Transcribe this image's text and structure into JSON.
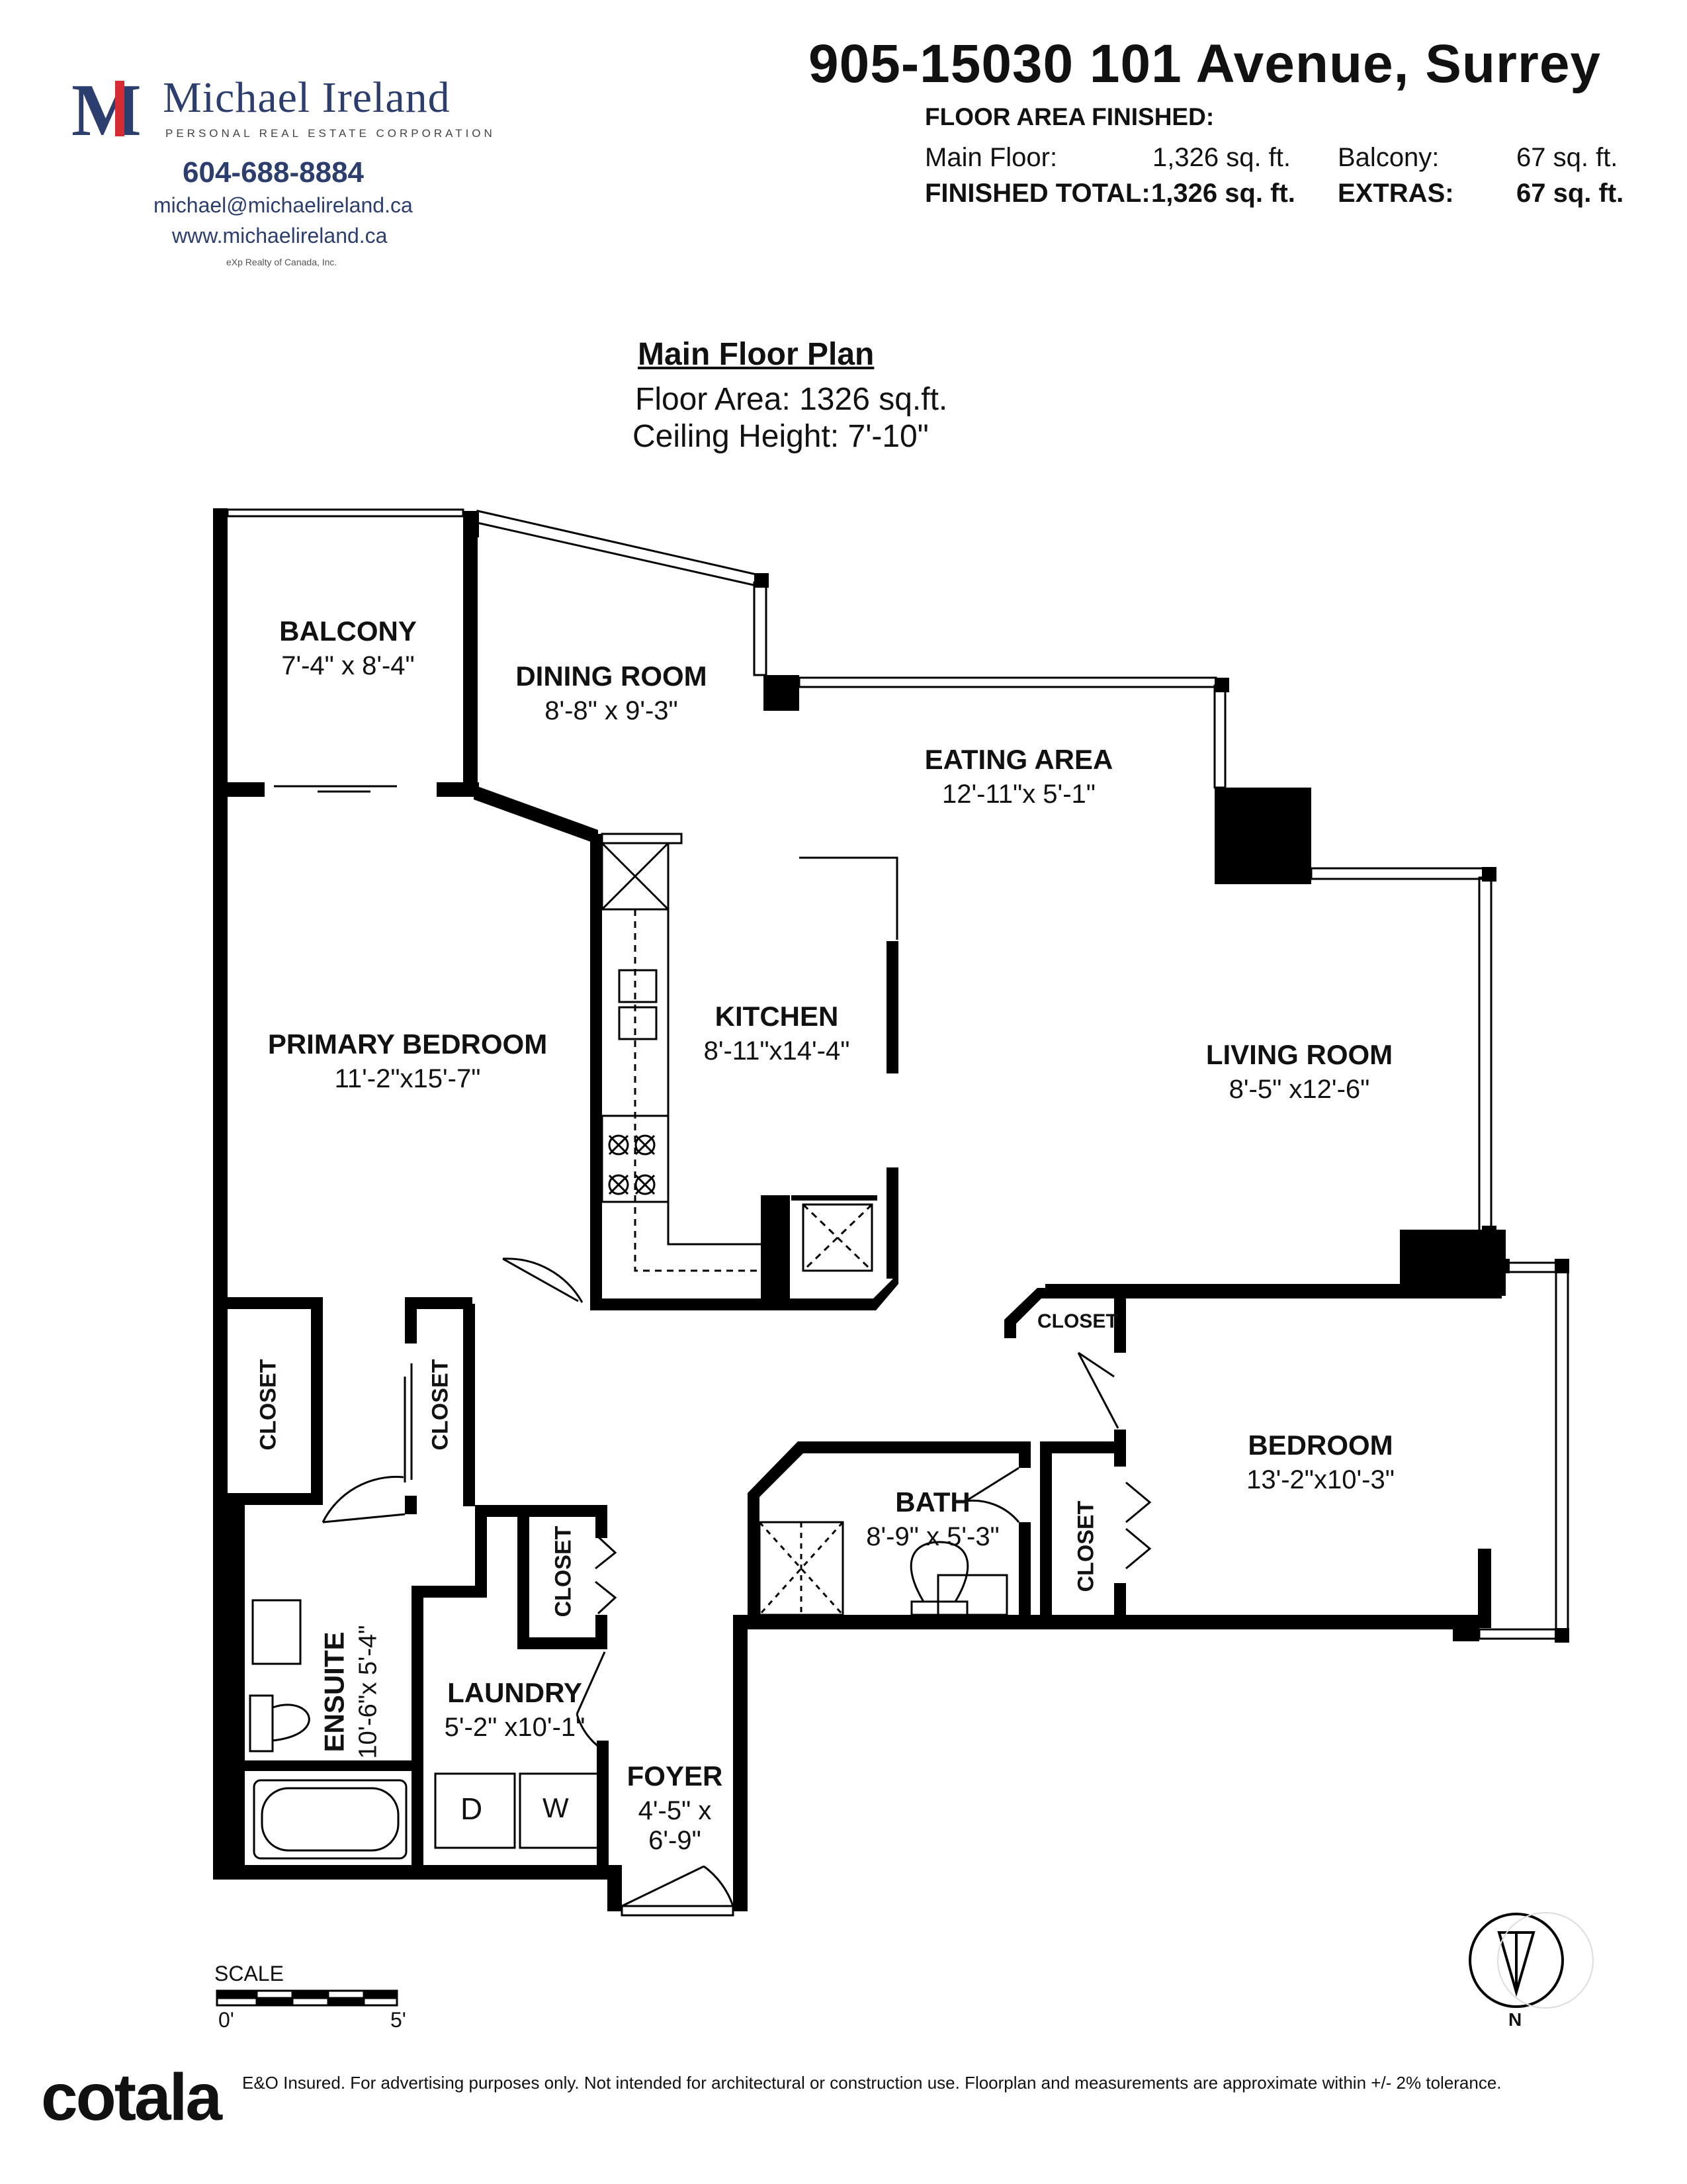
{
  "brand": {
    "logo_letter": "M",
    "name": "Michael Ireland",
    "subtitle": "PERSONAL REAL ESTATE CORPORATION",
    "phone": "604-688-8884",
    "email": "michael@michaelireland.ca",
    "website": "www.michaelireland.ca",
    "brokerage": "eXp Realty of Canada, Inc.",
    "colors": {
      "navy": "#2c3e6e",
      "red": "#d72b33"
    }
  },
  "header": {
    "address": "905-15030 101 Avenue, Surrey",
    "floor_area_heading": "FLOOR AREA FINISHED:",
    "main_floor_label": "Main Floor:",
    "main_floor_value": "1,326 sq. ft.",
    "balcony_label": "Balcony:",
    "balcony_value": "67 sq. ft.",
    "finished_total_label": "FINISHED TOTAL:",
    "finished_total_value": "1,326 sq. ft.",
    "extras_label": "EXTRAS:",
    "extras_value": "67 sq. ft."
  },
  "plan": {
    "title": "Main Floor Plan",
    "floor_area": "Floor Area: 1326 sq.ft.",
    "ceiling_height": "Ceiling Height: 7'-10\""
  },
  "rooms": {
    "balcony": {
      "name": "BALCONY",
      "dims": "7'-4\" x 8'-4\""
    },
    "dining_room": {
      "name": "DINING ROOM",
      "dims": "8'-8\" x 9'-3\""
    },
    "eating_area": {
      "name": "EATING AREA",
      "dims": "12'-11\"x 5'-1\""
    },
    "kitchen": {
      "name": "KITCHEN",
      "dims": "8'-11\"x14'-4\""
    },
    "primary_bedroom": {
      "name": "PRIMARY BEDROOM",
      "dims": "11'-2\"x15'-7\""
    },
    "living_room": {
      "name": "LIVING ROOM",
      "dims": "8'-5\" x12'-6\""
    },
    "bedroom": {
      "name": "BEDROOM",
      "dims": "13'-2\"x10'-3\""
    },
    "bath": {
      "name": "BATH",
      "dims": "8'-9\" x 5'-3\""
    },
    "ensuite": {
      "name": "ENSUITE",
      "dims": "10'-6\"x 5'-4\""
    },
    "laundry": {
      "name": "LAUNDRY",
      "dims": "5'-2\" x10'-1\""
    },
    "foyer": {
      "name": "FOYER",
      "dims_line1": "4'-5\" x",
      "dims_line2": "6'-9\""
    },
    "closet_label": "CLOSET",
    "dryer": "D",
    "washer": "W"
  },
  "scale": {
    "label": "SCALE",
    "start": "0'",
    "end": "5'"
  },
  "compass": {
    "north": "N"
  },
  "footer": {
    "logo": "cotala",
    "disclaimer": "E&O Insured. For advertising purposes only. Not intended for architectural or construction use. Floorplan and measurements are approximate within +/- 2% tolerance."
  }
}
